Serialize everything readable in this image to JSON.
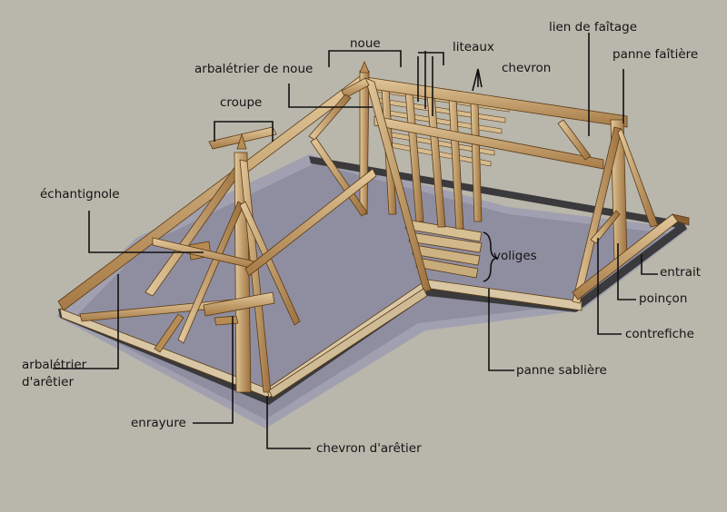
{
  "colors": {
    "background": "#b9b6ab",
    "timber": "#c9a472",
    "timber_light": "#e0c69a",
    "timber_dark": "#8a6032",
    "roof_shadow": "#8d8c9c",
    "cast_shadow": "#9f9eae",
    "wall_top": "#3d3d3f",
    "leader_line": "#111111"
  },
  "labels": {
    "noue": "noue",
    "liteaux": "liteaux",
    "lien_de_faitage": "lien de faîtage",
    "arbaletrier_de_noue": "arbalétrier de noue",
    "chevron": "chevron",
    "panne_faitiere": "panne faîtière",
    "croupe": "croupe",
    "echantignole": "échantignole",
    "voliges": "voliges",
    "entrait": "entrait",
    "poincon": "poinçon",
    "contrefiche": "contrefiche",
    "arbaletrier_line1": "arbalétrier",
    "arbaletrier_line2": "d'arêtier",
    "panne_sabliere": "panne sablière",
    "enrayure": "enrayure",
    "chevron_d_aretier": "chevron d'arêtier"
  }
}
